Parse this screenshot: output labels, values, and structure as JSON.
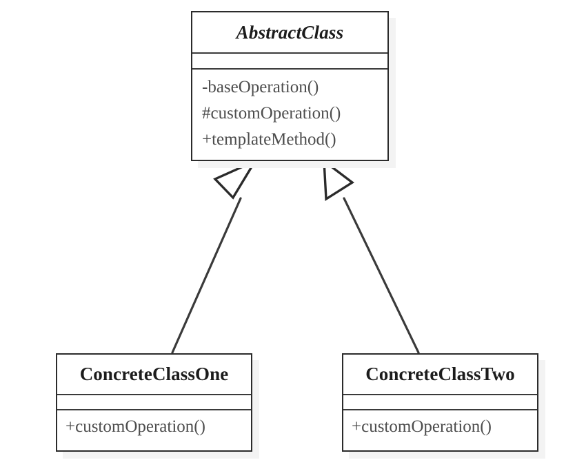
{
  "diagram": {
    "type": "uml-class-diagram",
    "pattern": "Template Method",
    "background_color": "#ffffff",
    "border_color": "#2b2b2b",
    "divider_color": "#3a3a3a",
    "shadow_color": "#f3f3f3",
    "operation_text_color": "#4d4d4d",
    "class_name_color": "#1c1c1c",
    "edge_color": "#3a3a3a"
  },
  "classes": [
    {
      "id": "abstract-class",
      "name": "AbstractClass",
      "stereotype": "abstract",
      "attributes": [],
      "operations": [
        {
          "visibility": "-",
          "signature": "-baseOperation()"
        },
        {
          "visibility": "#",
          "signature": "#customOperation()"
        },
        {
          "visibility": "+",
          "signature": "+templateMethod()"
        }
      ]
    },
    {
      "id": "concrete-class-one",
      "name": "ConcreteClassOne",
      "stereotype": "concrete",
      "attributes": [],
      "operations": [
        {
          "visibility": "+",
          "signature": "+customOperation()"
        }
      ]
    },
    {
      "id": "concrete-class-two",
      "name": "ConcreteClassTwo",
      "stereotype": "concrete",
      "attributes": [],
      "operations": [
        {
          "visibility": "+",
          "signature": "+customOperation()"
        }
      ]
    }
  ],
  "relationships": [
    {
      "id": "generalization-one",
      "kind": "generalization",
      "label": "",
      "from": "ConcreteClassOne",
      "to": "AbstractClass",
      "arrowhead": "hollow-triangle"
    },
    {
      "id": "generalization-two",
      "kind": "generalization",
      "label": "",
      "from": "ConcreteClassTwo",
      "to": "AbstractClass",
      "arrowhead": "hollow-triangle"
    }
  ]
}
